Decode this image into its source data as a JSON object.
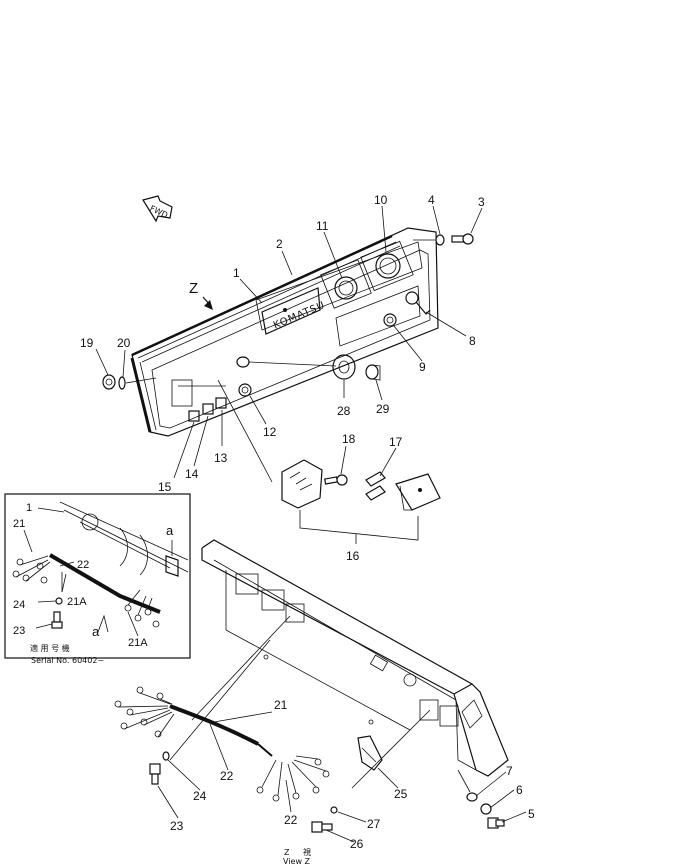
{
  "callouts": [
    {
      "id": "1",
      "text": "1"
    },
    {
      "id": "2",
      "text": "2"
    },
    {
      "id": "3",
      "text": "3"
    },
    {
      "id": "4",
      "text": "4"
    },
    {
      "id": "5",
      "text": "5"
    },
    {
      "id": "6",
      "text": "6"
    },
    {
      "id": "7",
      "text": "7"
    },
    {
      "id": "8",
      "text": "8"
    },
    {
      "id": "9",
      "text": "9"
    },
    {
      "id": "10",
      "text": "10"
    },
    {
      "id": "11",
      "text": "11"
    },
    {
      "id": "12",
      "text": "12"
    },
    {
      "id": "13",
      "text": "13"
    },
    {
      "id": "14",
      "text": "14"
    },
    {
      "id": "15",
      "text": "15"
    },
    {
      "id": "16",
      "text": "16"
    },
    {
      "id": "17",
      "text": "17"
    },
    {
      "id": "18",
      "text": "18"
    },
    {
      "id": "19",
      "text": "19"
    },
    {
      "id": "20",
      "text": "20"
    },
    {
      "id": "21",
      "text": "21"
    },
    {
      "id": "22a",
      "text": "22"
    },
    {
      "id": "22b",
      "text": "22"
    },
    {
      "id": "23",
      "text": "23"
    },
    {
      "id": "24",
      "text": "24"
    },
    {
      "id": "25",
      "text": "25"
    },
    {
      "id": "26",
      "text": "26"
    },
    {
      "id": "27",
      "text": "27"
    },
    {
      "id": "28",
      "text": "28"
    },
    {
      "id": "29",
      "text": "29"
    }
  ],
  "inset": {
    "callouts": [
      {
        "id": "i1",
        "text": "1"
      },
      {
        "id": "i21",
        "text": "21"
      },
      {
        "id": "i22",
        "text": "22"
      },
      {
        "id": "i24",
        "text": "24"
      },
      {
        "id": "i21A1",
        "text": "21A"
      },
      {
        "id": "i23",
        "text": "23"
      },
      {
        "id": "i21A2",
        "text": "21A"
      },
      {
        "id": "ia1",
        "text": "a"
      },
      {
        "id": "ia2",
        "text": "a"
      }
    ],
    "serial_kanji": "適 用 号 機",
    "serial_text": "Serial No. 60402~"
  },
  "labels": {
    "fwd": "FWD",
    "brand": "KOMATSU",
    "view_letter": "Z",
    "view_letter_caption": "Z",
    "view_kanji": "視",
    "view_text": "View Z"
  }
}
